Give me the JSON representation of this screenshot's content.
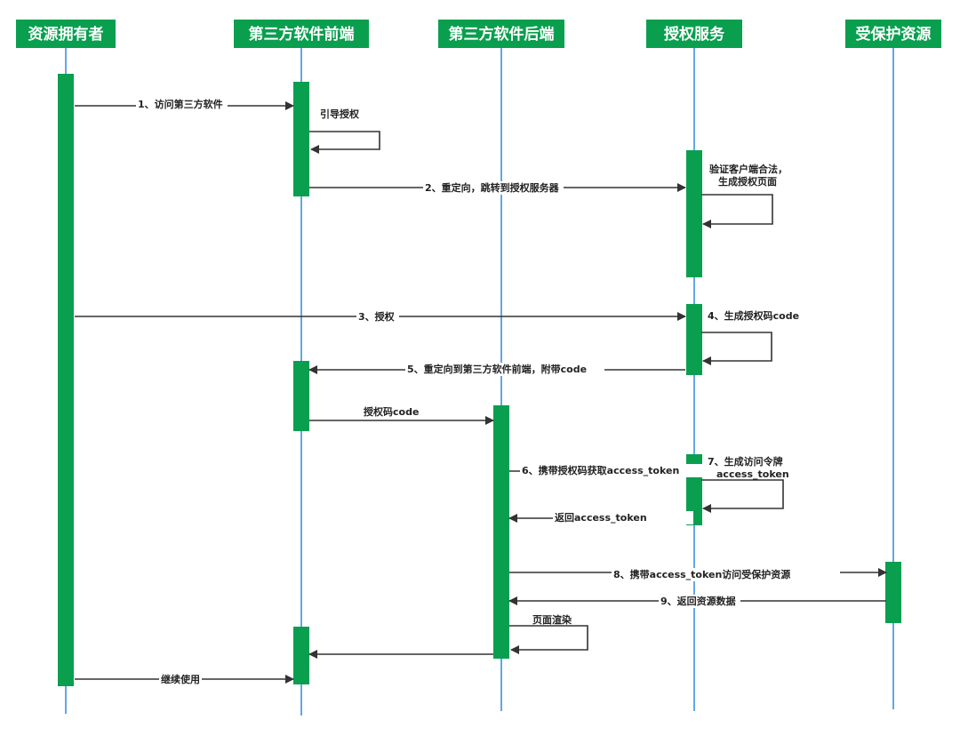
{
  "colors": {
    "accent": "#0a9f4f",
    "lifeline": "#3d8fe0",
    "arrow": "#333333"
  },
  "actors": [
    {
      "id": "owner",
      "label": "资源拥有者"
    },
    {
      "id": "frontend",
      "label": "第三方软件前端"
    },
    {
      "id": "backend",
      "label": "第三方软件后端"
    },
    {
      "id": "auth",
      "label": "授权服务"
    },
    {
      "id": "resource",
      "label": "受保护资源"
    }
  ],
  "messages": [
    {
      "from": "owner",
      "to": "frontend",
      "kind": "message",
      "label": "1、访问第三方软件"
    },
    {
      "from": "frontend",
      "to": "frontend",
      "kind": "self",
      "label": "引导授权"
    },
    {
      "from": "frontend",
      "to": "auth",
      "kind": "message",
      "label": "2、重定向，跳转到授权服务器"
    },
    {
      "from": "auth",
      "to": "auth",
      "kind": "self",
      "label": [
        "验证客户端合法，",
        "生成授权页面"
      ]
    },
    {
      "from": "owner",
      "to": "auth",
      "kind": "message",
      "label": "3、授权"
    },
    {
      "from": "auth",
      "to": "auth",
      "kind": "self",
      "label": "4、生成授权码code"
    },
    {
      "from": "auth",
      "to": "frontend",
      "kind": "message",
      "label": "5、重定向到第三方软件前端，附带code"
    },
    {
      "from": "frontend",
      "to": "backend",
      "kind": "message",
      "label": "授权码code"
    },
    {
      "from": "backend",
      "to": "auth",
      "kind": "message",
      "label": "6、携带授权码获取access_token"
    },
    {
      "from": "auth",
      "to": "auth",
      "kind": "self",
      "label": [
        "7、生成访问令牌",
        "access_token"
      ]
    },
    {
      "from": "auth",
      "to": "backend",
      "kind": "message",
      "label": "返回access_token"
    },
    {
      "from": "backend",
      "to": "resource",
      "kind": "message",
      "label": "8、携带access_token访问受保护资源"
    },
    {
      "from": "resource",
      "to": "backend",
      "kind": "message",
      "label": "9、返回资源数据"
    },
    {
      "from": "backend",
      "to": "backend",
      "kind": "self",
      "label": "页面渲染"
    },
    {
      "from": "backend",
      "to": "frontend",
      "kind": "message",
      "label": ""
    },
    {
      "from": "owner",
      "to": "frontend",
      "kind": "message",
      "label": "继续使用"
    }
  ]
}
